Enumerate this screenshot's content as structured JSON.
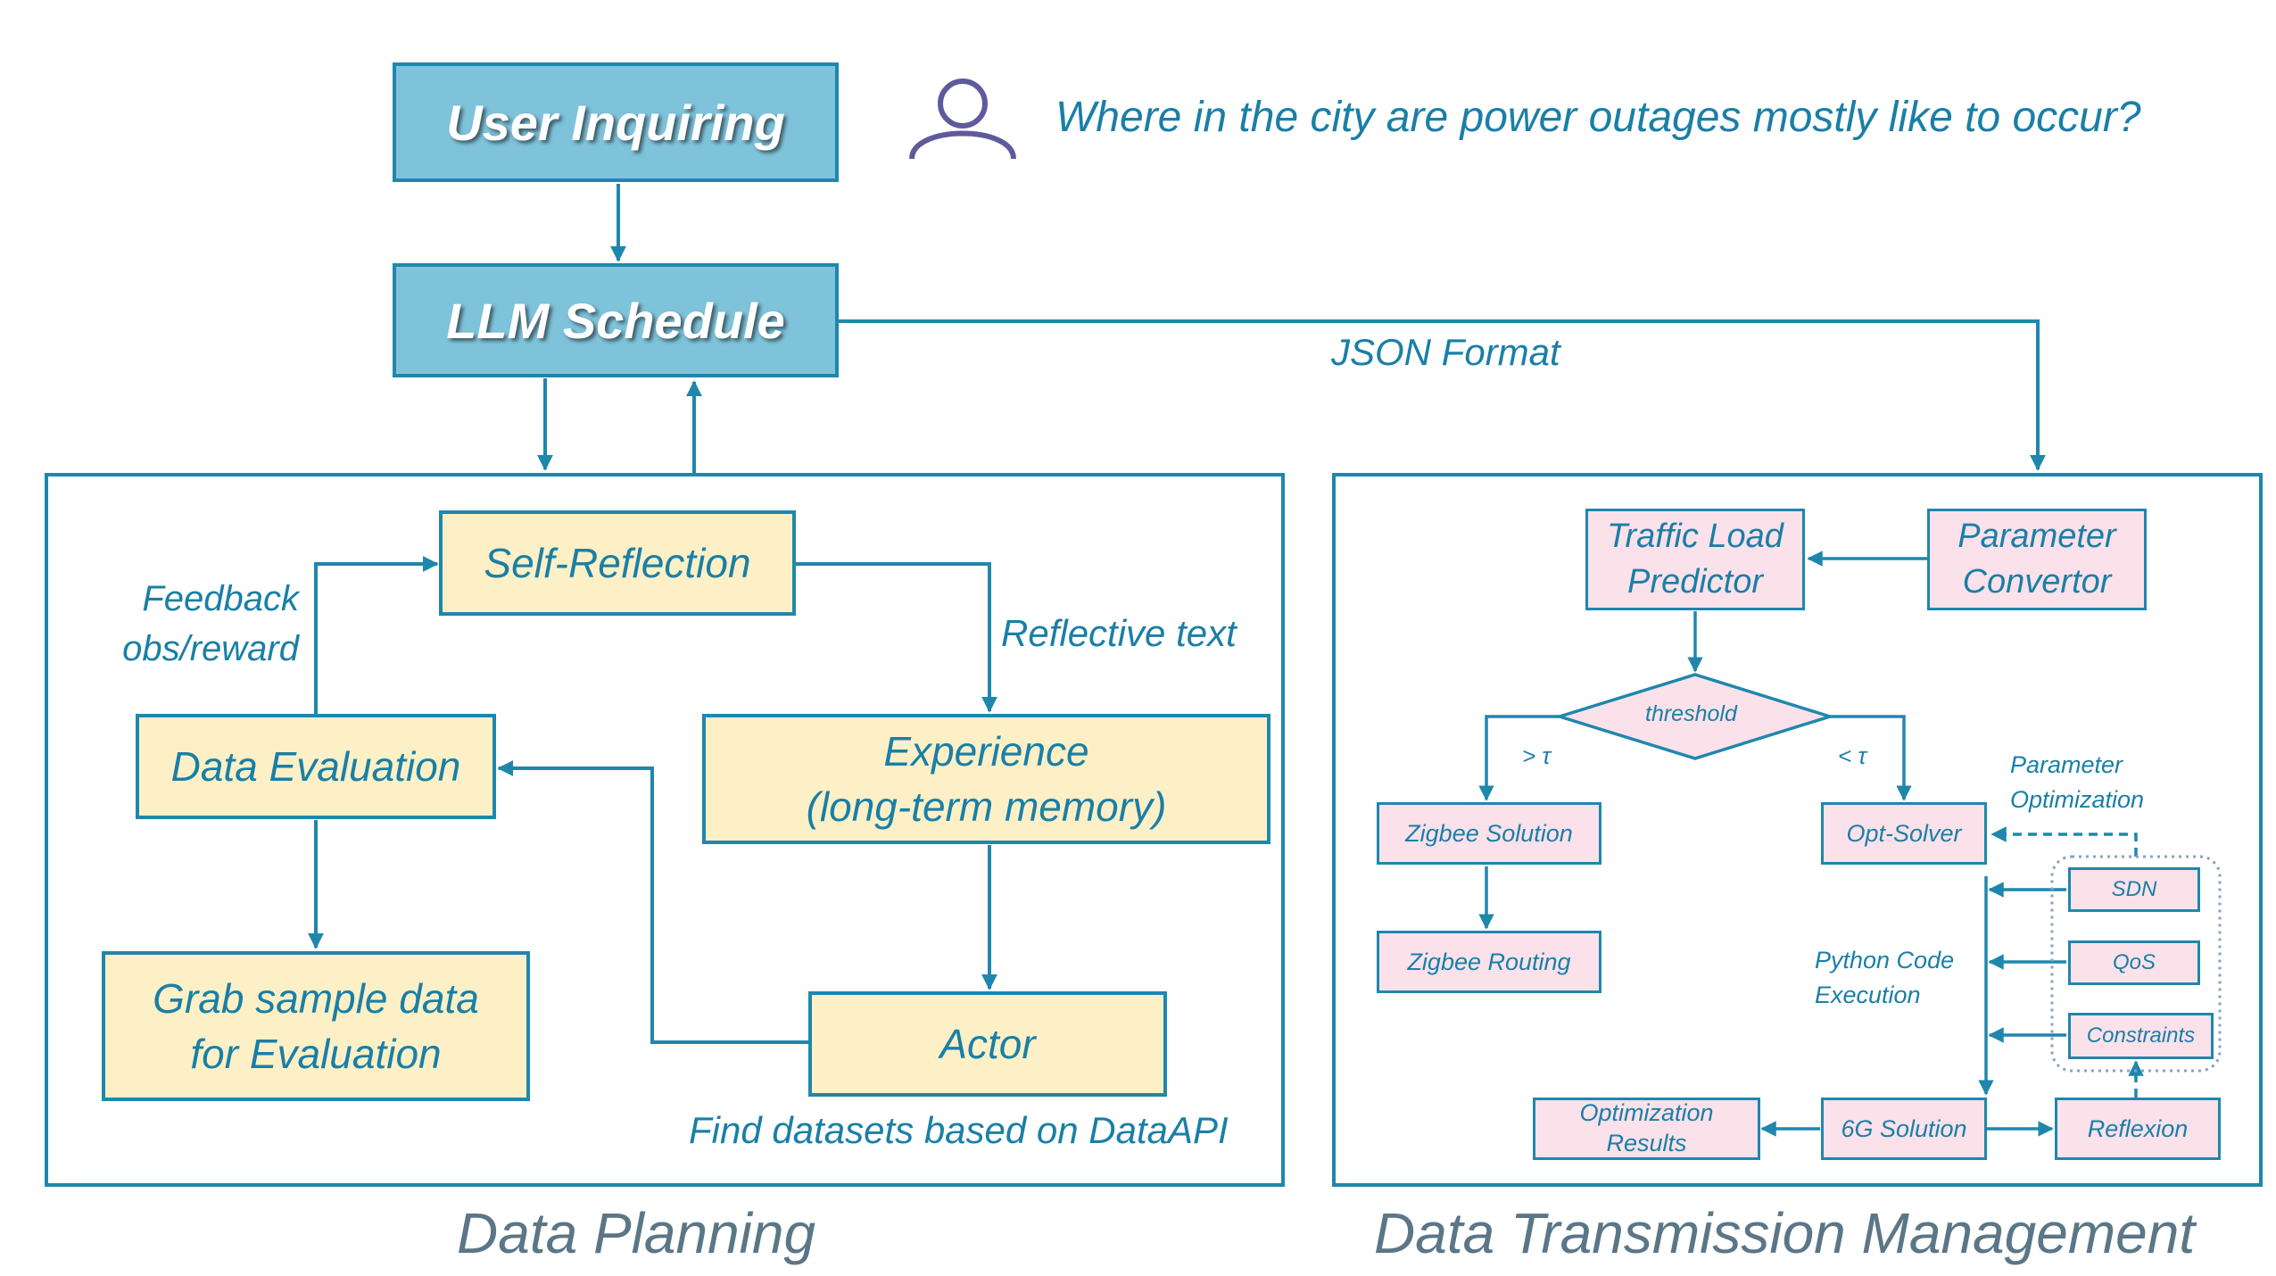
{
  "header": {
    "user_inquiring": "User Inquiring",
    "llm_schedule": "LLM Schedule",
    "query": "Where in the city are power outages mostly like to occur?",
    "json_format": "JSON Format"
  },
  "planning": {
    "caption": "Data Planning",
    "self_reflection": "Self-Reflection",
    "feedback_line1": "Feedback",
    "feedback_line2": "obs/reward",
    "reflective_text": "Reflective text",
    "data_evaluation": "Data Evaluation",
    "experience_line1": "Experience",
    "experience_line2": "(long-term memory)",
    "grab_line1": "Grab sample data",
    "grab_line2": "for Evaluation",
    "actor": "Actor",
    "find_datasets": "Find datasets based on DataAPI"
  },
  "transmission": {
    "caption": "Data Transmission Management",
    "traffic_line1": "Traffic Load",
    "traffic_line2": "Predictor",
    "param_conv_line1": "Parameter",
    "param_conv_line2": "Convertor",
    "threshold": "threshold",
    "gt_tau": "> τ",
    "lt_tau": "< τ",
    "zigbee_solution": "Zigbee Solution",
    "zigbee_routing": "Zigbee Routing",
    "opt_solver": "Opt-Solver",
    "param_opt_line1": "Parameter",
    "param_opt_line2": "Optimization",
    "sdn": "SDN",
    "qos": "QoS",
    "constraints": "Constraints",
    "python_line1": "Python Code",
    "python_line2": "Execution",
    "six_g": "6G Solution",
    "opt_results_line1": "Optimization",
    "opt_results_line2": "Results",
    "reflexion": "Reflexion"
  },
  "colors": {
    "stroke": "#1f87ad",
    "blue_fill": "#7fc3db",
    "yellow_fill": "#fdf0c6",
    "pink_fill": "#fbe1ea",
    "caption_gray": "#5b7687",
    "user_icon": "#5e5a9c"
  },
  "icons": {
    "user": "user-icon"
  }
}
